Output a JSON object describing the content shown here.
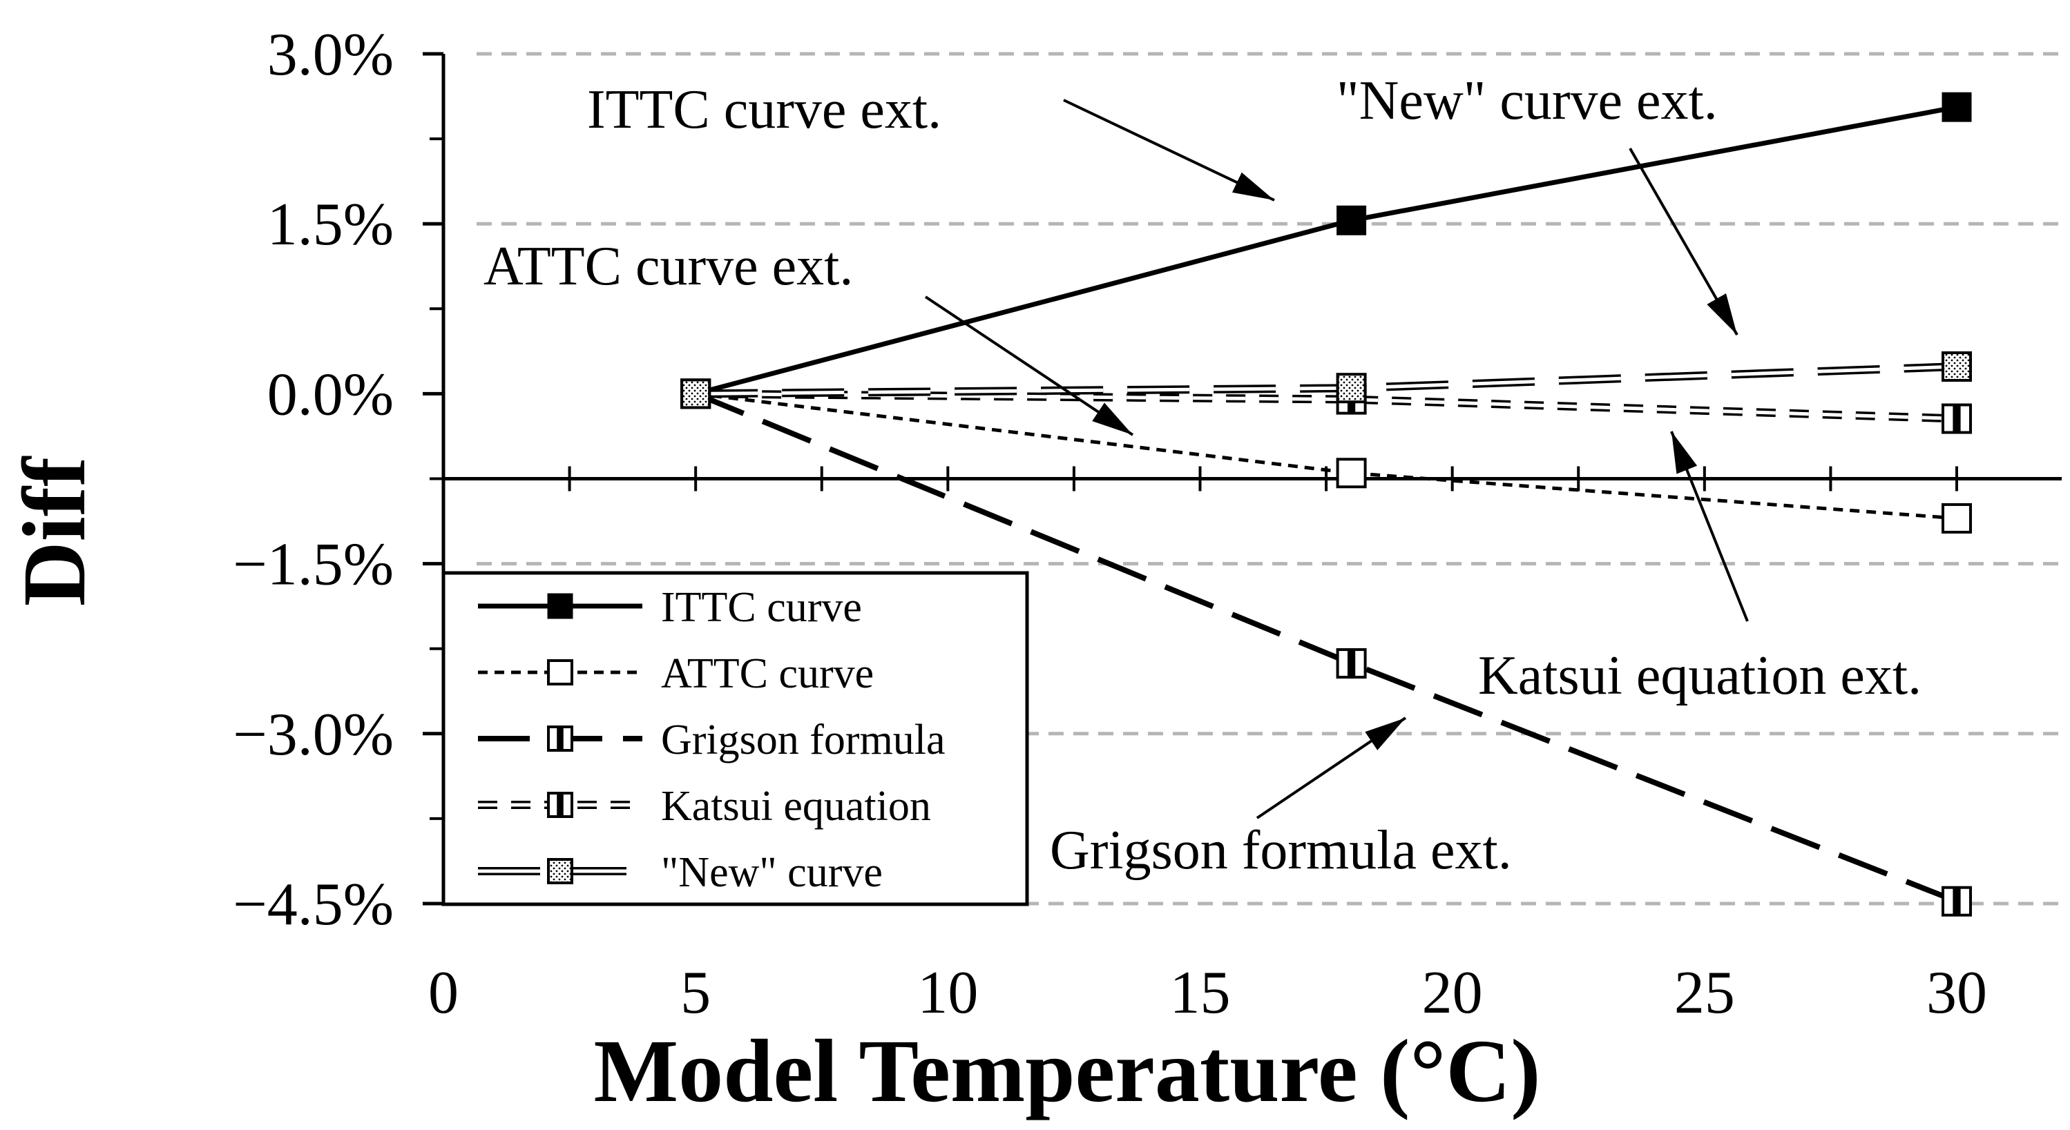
{
  "chart_data": {
    "type": "line",
    "xlabel": "Model Temperature (°C)",
    "ylabel": "Diff",
    "xlim": [
      0,
      32
    ],
    "ylim": [
      -4.5,
      3.0
    ],
    "x_ticks": [
      0,
      5,
      10,
      15,
      20,
      25,
      30
    ],
    "x_tick_labels": [
      "0",
      "5",
      "10",
      "15",
      "20",
      "25",
      "30"
    ],
    "y_ticks": [
      3.0,
      1.5,
      0.0,
      -1.5,
      -3.0,
      -4.5
    ],
    "y_tick_labels": [
      "3.0%",
      "1.5%",
      "0.0%",
      "−1.5%",
      "−3.0%",
      "−4.5%"
    ],
    "grid": "horizontal dashed",
    "legend_position": "bottom-left",
    "series": [
      {
        "name": "ITTC curve",
        "x": [
          5,
          18,
          30
        ],
        "y": [
          0.0,
          1.53,
          2.53
        ],
        "marker": "filled-square",
        "line": "solid",
        "color": "#000000"
      },
      {
        "name": "ATTC curve",
        "x": [
          5,
          18,
          30
        ],
        "y": [
          0.0,
          -0.7,
          -1.1
        ],
        "marker": "open-square",
        "line": "short-dash",
        "color": "#000000"
      },
      {
        "name": "Grigson formula",
        "x": [
          5,
          18,
          30
        ],
        "y": [
          0.0,
          -2.38,
          -4.48
        ],
        "marker": "barred-square",
        "line": "long-dash",
        "color": "#000000"
      },
      {
        "name": "Katsui equation",
        "x": [
          5,
          18,
          30
        ],
        "y": [
          0.0,
          -0.05,
          -0.22
        ],
        "marker": "barred-square",
        "line": "hollow-dash",
        "color": "#000000"
      },
      {
        "name": "\"New\" curve",
        "x": [
          5,
          18,
          30
        ],
        "y": [
          0.0,
          0.05,
          0.24
        ],
        "marker": "dotted-square",
        "line": "hollow-long-dash",
        "color": "#000000"
      }
    ],
    "annotations": [
      {
        "text": "ITTC curve ext.",
        "series": "ITTC curve"
      },
      {
        "text": "\"New\" curve ext.",
        "series": "\"New\" curve"
      },
      {
        "text": "ATTC  curve ext.",
        "series": "ATTC curve"
      },
      {
        "text": "Katsui equation ext.",
        "series": "Katsui equation"
      },
      {
        "text": "Grigson formula ext.",
        "series": "Grigson formula"
      }
    ]
  }
}
